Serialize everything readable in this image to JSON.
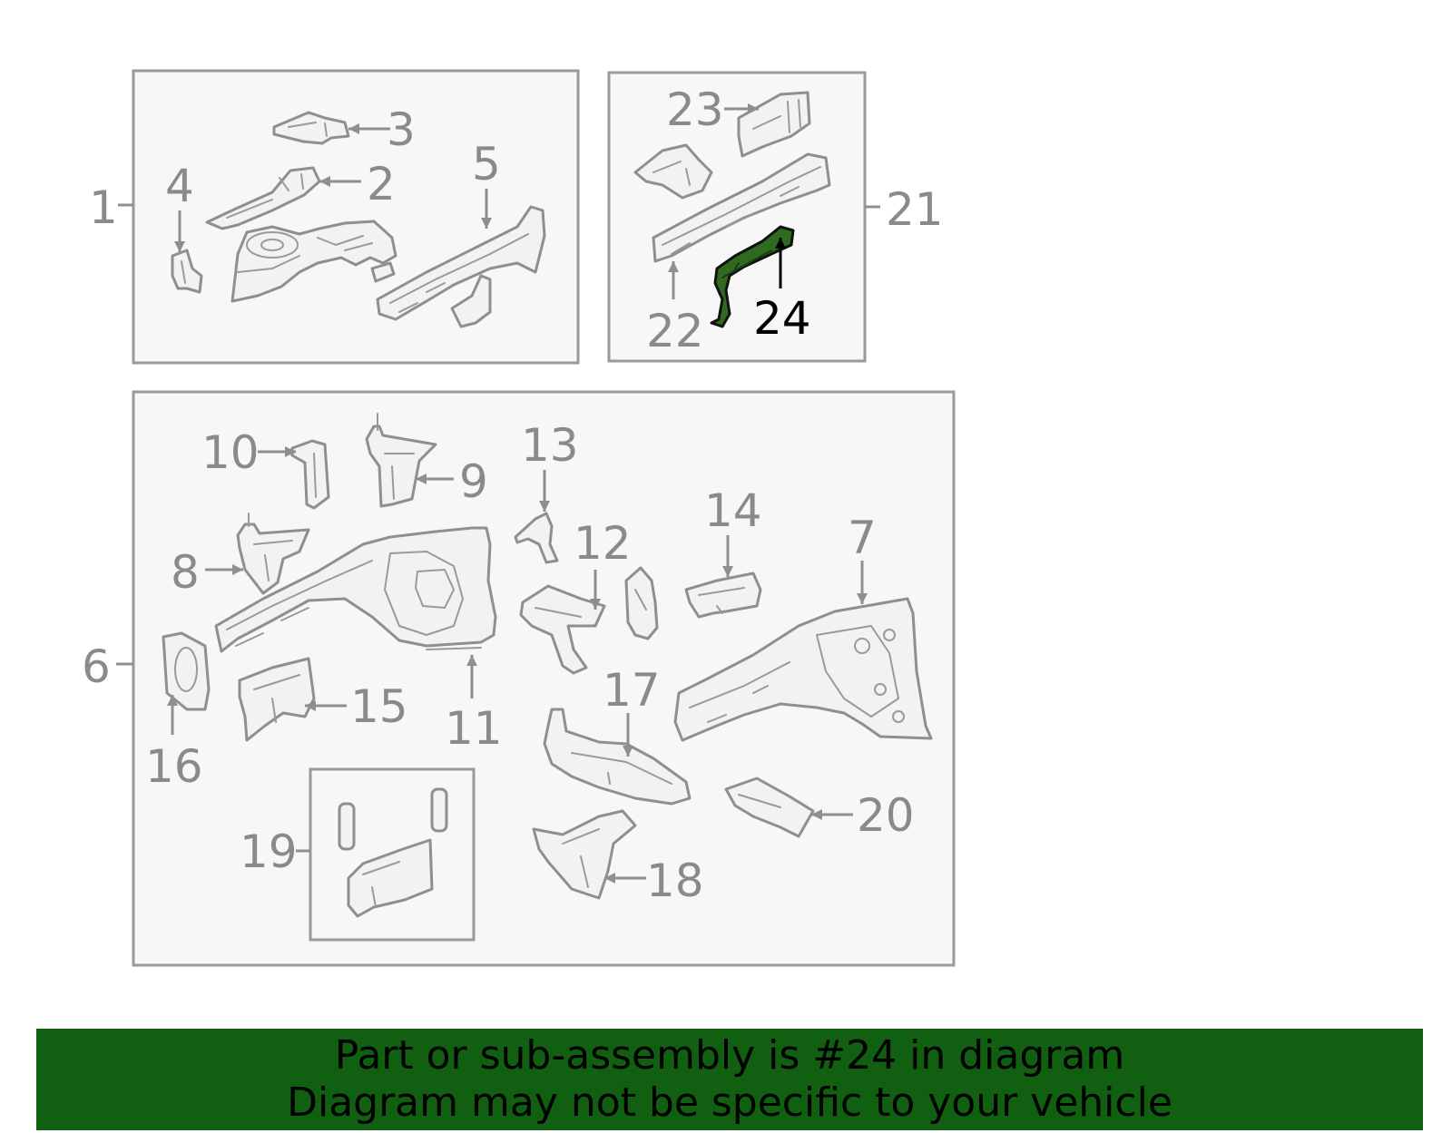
{
  "diagram": {
    "highlight_color": "#2f6b1e",
    "callouts": {
      "c1": "1",
      "c2": "2",
      "c3": "3",
      "c4": "4",
      "c5": "5",
      "c6": "6",
      "c7": "7",
      "c8": "8",
      "c9": "9",
      "c10": "10",
      "c11": "11",
      "c12": "12",
      "c13": "13",
      "c14": "14",
      "c15": "15",
      "c16": "16",
      "c17": "17",
      "c18": "18",
      "c19": "19",
      "c20": "20",
      "c21": "21",
      "c22": "22",
      "c23": "23",
      "c24": "24"
    }
  },
  "banner": {
    "line1": "Part or sub-assembly is #24 in diagram",
    "line2": "Diagram may not be specific to your vehicle",
    "background": "#116011"
  }
}
